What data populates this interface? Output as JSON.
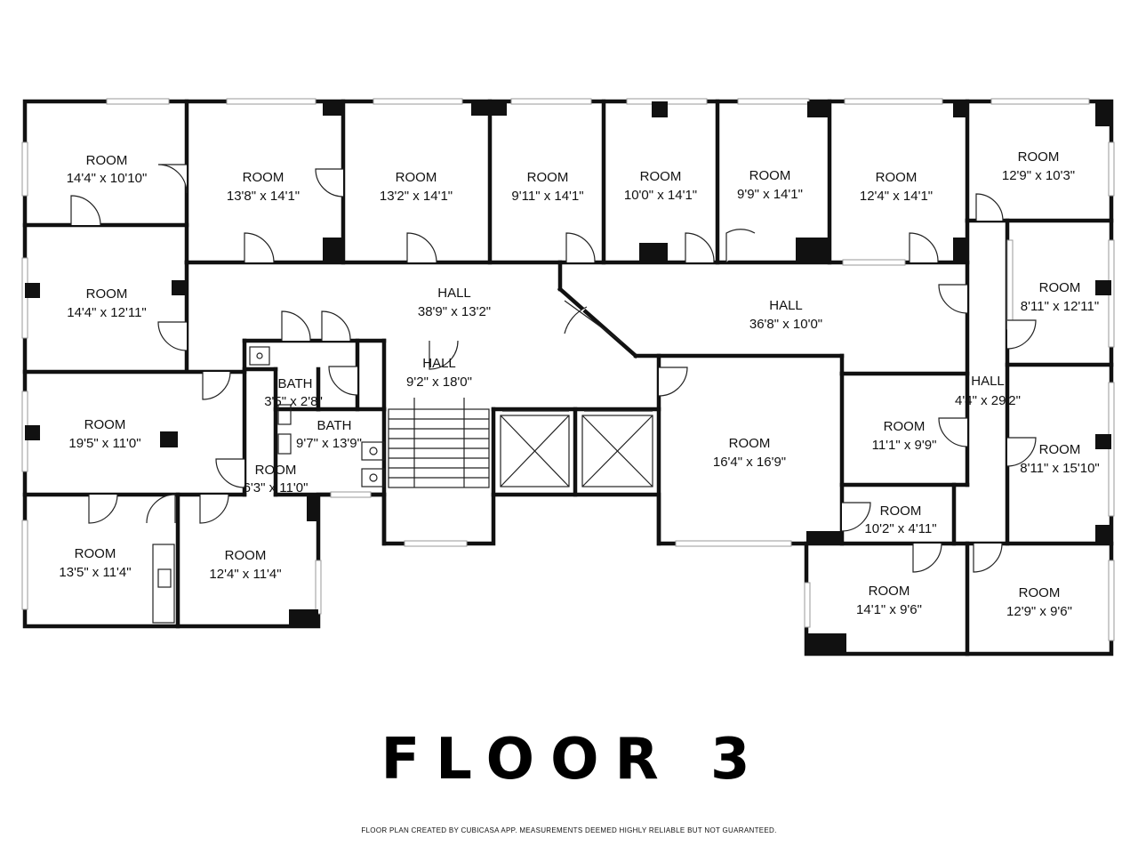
{
  "title": "FLOOR 3",
  "credit": "FLOOR PLAN CREATED BY CUBICASA APP. MEASUREMENTS DEEMED HIGHLY RELIABLE BUT NOT GUARANTEED.",
  "rooms": [
    {
      "name": "ROOM",
      "size": "14'4\" x 10'10\""
    },
    {
      "name": "ROOM",
      "size": "13'8\" x 14'1\""
    },
    {
      "name": "ROOM",
      "size": "13'2\" x 14'1\""
    },
    {
      "name": "ROOM",
      "size": "9'11\" x 14'1\""
    },
    {
      "name": "ROOM",
      "size": "10'0\" x 14'1\""
    },
    {
      "name": "ROOM",
      "size": "9'9\" x 14'1\""
    },
    {
      "name": "ROOM",
      "size": "12'4\" x 14'1\""
    },
    {
      "name": "ROOM",
      "size": "12'9\" x 10'3\""
    },
    {
      "name": "ROOM",
      "size": "14'4\" x 12'11\""
    },
    {
      "name": "HALL",
      "size": "38'9\" x 13'2\""
    },
    {
      "name": "HALL",
      "size": "36'8\" x 10'0\""
    },
    {
      "name": "ROOM",
      "size": "8'11\" x 12'11\""
    },
    {
      "name": "BATH",
      "size": "3'5\" x 2'8\""
    },
    {
      "name": "HALL",
      "size": "9'2\" x 18'0\""
    },
    {
      "name": "HALL",
      "size": "4'4\" x 29'2\""
    },
    {
      "name": "ROOM",
      "size": "19'5\" x 11'0\""
    },
    {
      "name": "BATH",
      "size": "9'7\" x 13'9\""
    },
    {
      "name": "ROOM",
      "size": "16'4\" x 16'9\""
    },
    {
      "name": "ROOM",
      "size": "11'1\" x 9'9\""
    },
    {
      "name": "ROOM",
      "size": "8'11\" x 15'10\""
    },
    {
      "name": "ROOM",
      "size": "6'3\" x 11'0\""
    },
    {
      "name": "ROOM",
      "size": "10'2\" x 4'11\""
    },
    {
      "name": "ROOM",
      "size": "13'5\" x 11'4\""
    },
    {
      "name": "ROOM",
      "size": "12'4\" x 11'4\""
    },
    {
      "name": "ROOM",
      "size": "14'1\" x 9'6\""
    },
    {
      "name": "ROOM",
      "size": "12'9\" x 9'6\""
    }
  ]
}
